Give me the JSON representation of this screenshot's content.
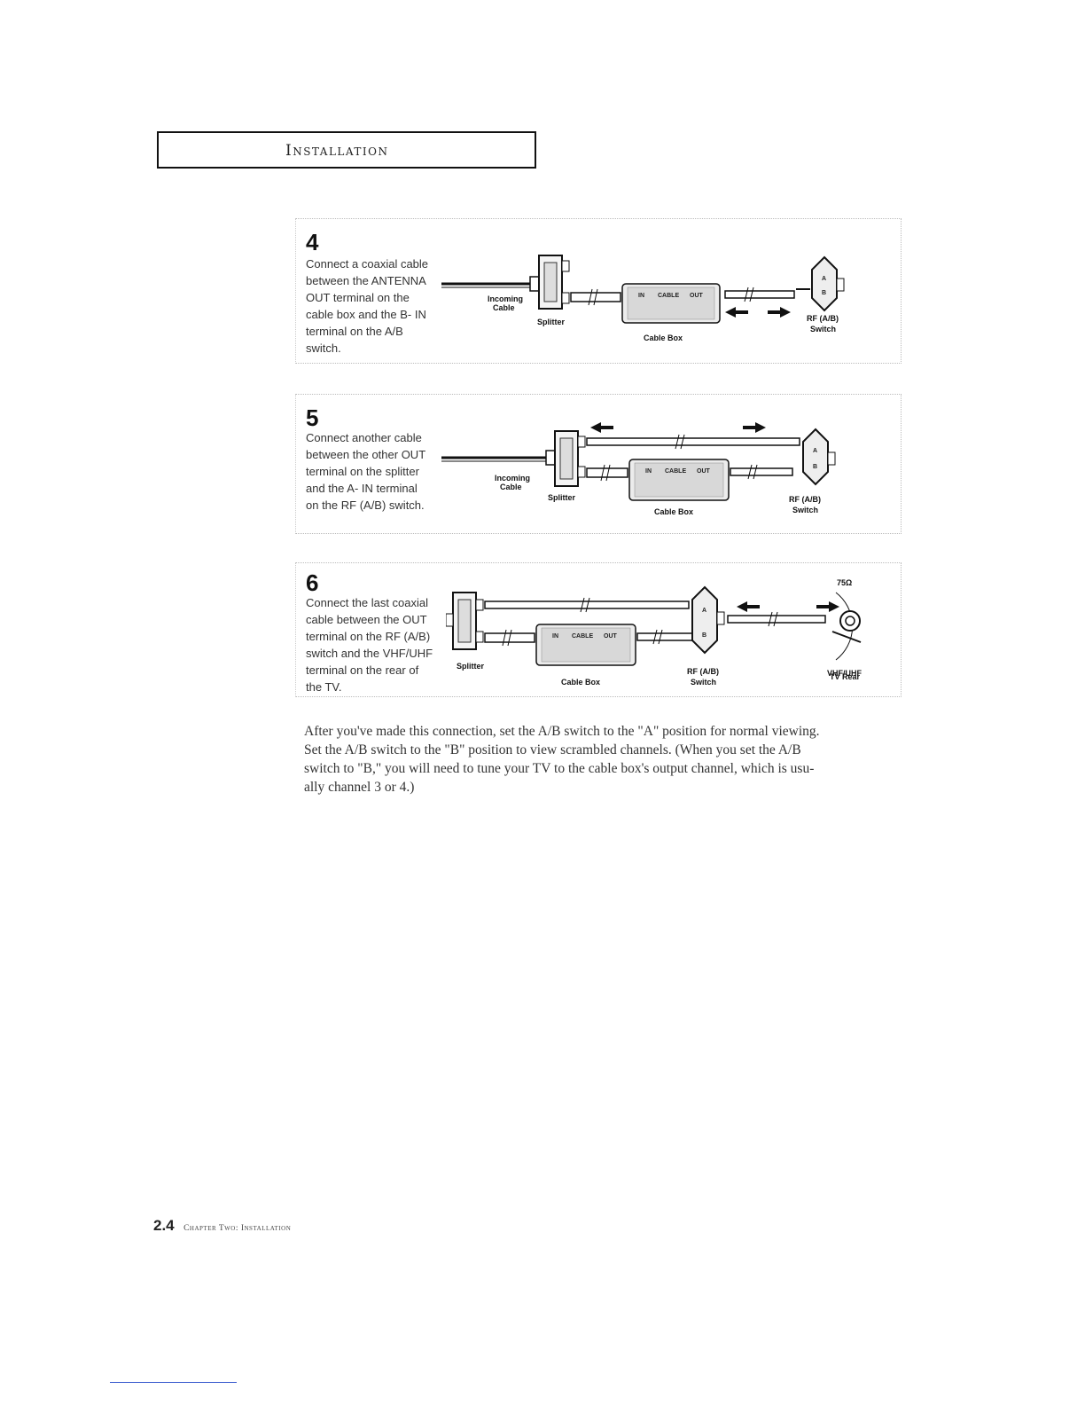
{
  "header": {
    "title": "Installation"
  },
  "steps": [
    {
      "number": "4",
      "lines": [
        "Connect a coaxial cable",
        "between the ANTENNA",
        "OUT terminal on the",
        "cable box and the B- IN",
        "terminal on the A/B",
        "switch."
      ],
      "labels": {
        "incoming": [
          "Incoming",
          "Cable"
        ],
        "splitter": "Splitter",
        "cable_box": "Cable Box",
        "rf": [
          "RF (A/B)",
          "Switch"
        ]
      }
    },
    {
      "number": "5",
      "lines": [
        "Connect another cable",
        "between the other OUT",
        "terminal on the splitter",
        "and the A- IN terminal",
        "on the RF (A/B) switch."
      ],
      "labels": {
        "incoming": [
          "Incoming",
          "Cable"
        ],
        "splitter": "Splitter",
        "cable_box": "Cable Box",
        "rf": [
          "RF (A/B)",
          "Switch"
        ]
      }
    },
    {
      "number": "6",
      "lines": [
        "Connect the last coaxial",
        "cable between the OUT",
        "terminal on the RF (A/B)",
        "switch and the VHF/UHF",
        "terminal on the rear of",
        "the TV."
      ],
      "labels": {
        "splitter": "Splitter",
        "cable_box": "Cable Box",
        "rf": [
          "RF (A/B)",
          "Switch"
        ],
        "ohm": "75Ω",
        "vhf": "VHF/UHF",
        "tv_rear": "TV Rear"
      }
    }
  ],
  "box_labels": {
    "in": "IN",
    "cable": "CABLE",
    "out": "OUT",
    "a": "A",
    "b": "B"
  },
  "paragraph": [
    "After you've made this connection, set the A/B switch to the \"A\" position for normal viewing.",
    "Set the A/B switch to the \"B\" position to view scrambled channels. (When you set the A/B",
    "switch to \"B,\" you will need to tune your TV to the cable box's output channel, which is usu-",
    "ally channel 3 or 4.)"
  ],
  "footer": {
    "page": "2.4",
    "chapter": "Chapter Two: Installation"
  }
}
